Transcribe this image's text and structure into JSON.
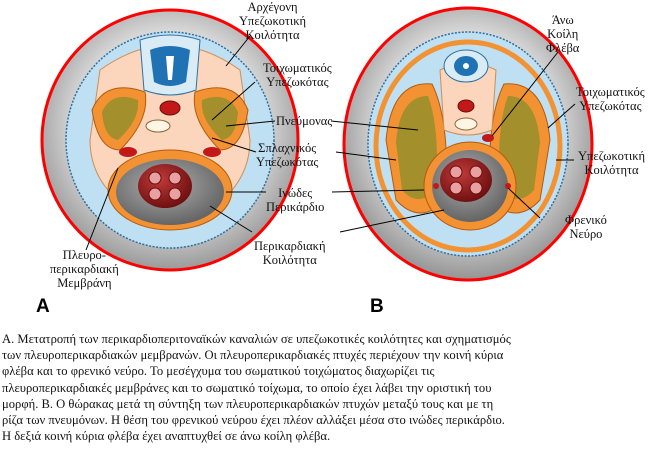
{
  "panels": {
    "a": "A",
    "b": "B"
  },
  "labels": {
    "primitive_cavity": [
      "Αρχέγονη",
      "Υπεζωκοτική",
      "Κοιλότητα"
    ],
    "parietal_a": [
      "Τοιχωματικός",
      "Υπεζωκότας"
    ],
    "lung": [
      "Πνεύμονας"
    ],
    "visceral": [
      "Σπλαχνικός",
      "Υπεζωκότας"
    ],
    "fibrous": [
      "Ινώδες",
      "Περικάρδιο"
    ],
    "pericardial_cavity": [
      "Περικαρδιακή",
      "Κοιλότητα"
    ],
    "pleuropericardial_membrane": [
      "Πλευρο-",
      "περικαρδιακή",
      "Μεμβράνη"
    ],
    "svc": [
      "Άνω",
      "Κοίλη",
      "Φλέβα"
    ],
    "parietal_b": [
      "Τοιχωματικός",
      "Υπεζωκότας"
    ],
    "pleural_cavity": [
      "Υπεζωκοτική",
      "Κοιλότητα"
    ],
    "phrenic": [
      "Φρενικό",
      "Νεύρο"
    ]
  },
  "caption": [
    "Α. Μετατροπή των περικαρδιοπεριτοναϊκών καναλιών σε υπεζωκοτικές κοιλότητες και σχηματισμός",
    "των πλευροπερικαρδιακών μεμβρανών. Οι πλευροπερικαρδιακές πτυχές περιέχουν την κοινή κύρια",
    "φλέβα και το φρενικό νεύρο. Το μεσέγχυμα του σωματικού τοιχώματος διαχωρίζει τις",
    "πλευροπερικαρδιακές μεμβράνες και το σωματικό τοίχωμα, το οποίο έχει λάβει την οριστική του",
    "μορφή. Β. Ο θώρακας μετά τη σύντηξη των πλευροπερικαρδιακών πτυχών μεταξύ τους και με τη",
    "ρίζα των πνευμόνων. Η θέση του φρενικού νεύρου έχει πλέον αλλάξει μέσα στο ινώδες περικάρδιο.",
    "Η δεξιά κοινή κύρια φλέβα έχει αναπτυχθεί σε άνω κοίλη φλέβα."
  ],
  "colors": {
    "skin": "#ff0000",
    "body_wall": "#c8c8c8",
    "mesenchyme": "#fbd6bd",
    "pleura": "#f39233",
    "lung": "#a38f2c",
    "cavity": "#bfe0f2",
    "spinal_cord": "#1f72b4",
    "vessel": "#c21818",
    "heart": "#8b1212",
    "pericardial_space": "#7d7d7d"
  }
}
